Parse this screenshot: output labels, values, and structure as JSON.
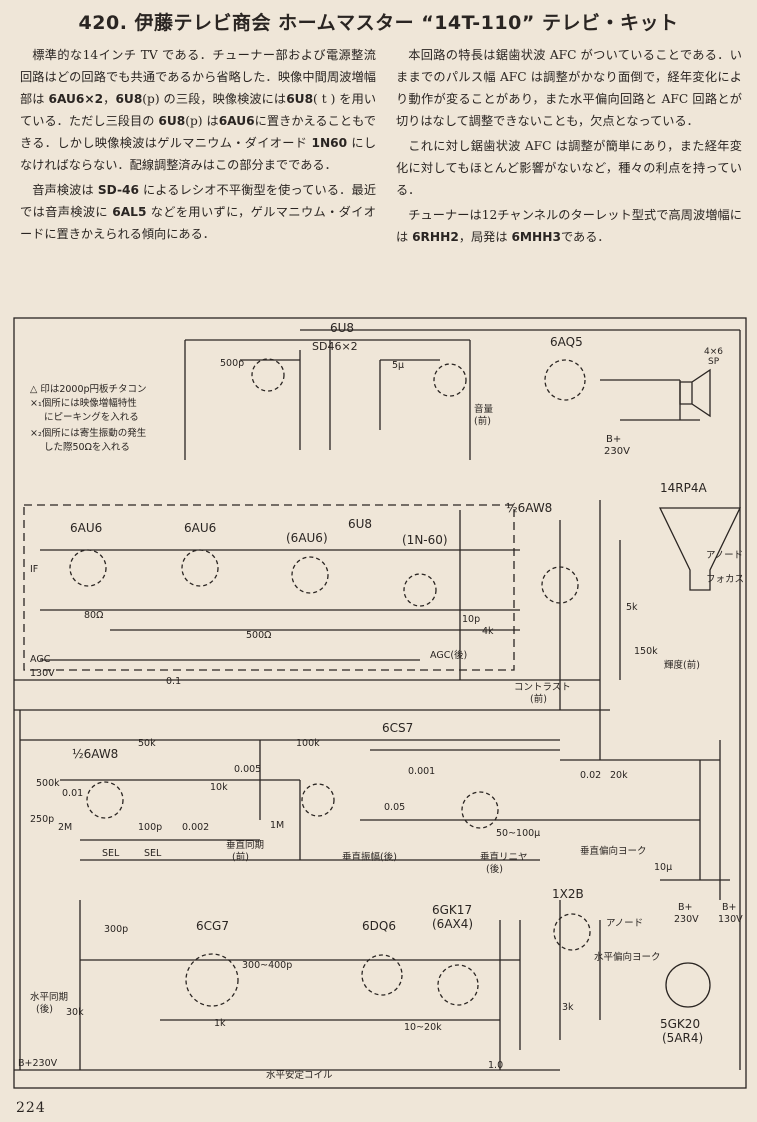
{
  "title": "420. 伊藤テレビ商会 ホームマスター “14T-110” テレビ・キット",
  "left_column": [
    [
      "標準的な14インチ TV である．チューナー部および電源整流回路はどの回路でも共通であるから省略した．映像中間周波増幅部は ",
      {
        "b": "6AU6×2"
      },
      "，",
      {
        "b": "6U8"
      },
      "(p) の三段，映像検波には",
      {
        "b": "6U8"
      },
      "( t ) を用いている．ただし三段目の ",
      {
        "b": "6U8"
      },
      "(p) は",
      {
        "b": "6AU6"
      },
      "に置きかえることもできる．しかし映像検波はゲルマニウム・ダイオード ",
      {
        "b": "1N60"
      },
      " にしなければならない．配線調整済みはこの部分までである．"
    ],
    [
      "音声検波は ",
      {
        "b": "SD-46"
      },
      " によるレシオ不平衡型を使っている．最近では音声検波に ",
      {
        "b": "6AL5"
      },
      " などを用いずに，ゲルマニウム・ダイオードに置きかえられる傾向にある．"
    ]
  ],
  "right_column": [
    [
      "本回路の特長は鋸歯状波 AFC がついていることである．いままでのパルス幅 AFC は調整がかなり面倒で，経年変化により動作が変ることがあり，また水平偏向回路と AFC 回路とが切りはなして調整できないことも，欠点となっている．"
    ],
    [
      "これに対し鋸歯状波 AFC は調整が簡単にあり，また経年変化に対してもほとんど影響がないなど，種々の利点を持っている．"
    ],
    [
      "チューナーは12チャンネルのターレット型式で高周波増幅には ",
      {
        "b": "6RHH2"
      },
      "，局発は ",
      {
        "b": "6MHH3"
      },
      "である．"
    ]
  ],
  "schematic": {
    "tubes": {
      "t6u8_top": "6U8",
      "sd46": "SD46×2",
      "t6aq5": "6AQ5",
      "speaker": "4×6",
      "speaker2": "SP",
      "b230": "B+",
      "b230v": "230V",
      "crt": "14RP4A",
      "half6aw8_top": "½6AW8",
      "au6a": "6AU6",
      "au6b": "6AU6",
      "u8mid": "6U8",
      "au6paren": "(6AU6)",
      "in60": "(1N-60)",
      "cs7": "6CS7",
      "half6aw8_left": "½6AW8",
      "cg7": "6CG7",
      "dq6": "6DQ6",
      "gk17": "6GK17",
      "ax4": "(6AX4)",
      "x2b": "1X2B",
      "gk20": "5GK20",
      "ar4": "(5AR4)"
    },
    "labels": {
      "note1": "△ 印は2000p円板チタコン",
      "note2": "×₁個所には映像増幅特性",
      "note3": "にピーキングを入れる",
      "note4": "×₂個所には寄生振動の発生",
      "note5": "した際50Ωを入れる",
      "volume": "音量",
      "volume2": "(前)",
      "contrast": "コントラスト",
      "contrast2": "(前)",
      "brightness": "輝度(前)",
      "anode": "アノード",
      "focus": "フォカス",
      "agc": "AGC",
      "agc_back": "AGC(後)",
      "v130": "130V",
      "if": "IF",
      "sel1": "SEL",
      "sel2": "SEL",
      "vsync": "垂直同期",
      "vsync2": "(前)",
      "vamp": "垂直振幅(後)",
      "vlin": "垂直リニヤ",
      "vlin2": "(後)",
      "vyoke": "垂直偏向ヨーク",
      "hsync": "水平同期",
      "hsync2": "(後)",
      "hcoil": "水平安定コイル",
      "hyoke": "水平偏向ヨーク",
      "anode2": "アノード",
      "bplus230": "B+230V",
      "bplus_a": "B+",
      "bplus_a2": "230V",
      "bplus_b": "B+",
      "bplus_b2": "130V",
      "r50k": "50k",
      "r500k": "500k",
      "r10k": "10k",
      "r100k": "100k",
      "r1m": "1M",
      "r2m": "2M",
      "r30k": "30k",
      "r150k": "150k",
      "r1k": "1k",
      "r3k": "3k",
      "r4k": "4k",
      "r5k": "5k",
      "r20k": "20k",
      "r80": "80Ω",
      "r500o": "500Ω",
      "c005": "0.005",
      "c001": "0.001",
      "c01": "0.01",
      "c002": "0.002",
      "c02": "0.02",
      "c05": "0.05",
      "c1": "0.1",
      "c100p": "100p",
      "c250p": "250p",
      "c300p": "300p",
      "c500p": "500p",
      "c10p": "10p",
      "c10u": "10μ",
      "c5u": "5μ",
      "c50_100": "50~100μ",
      "c300_400": "300~400p",
      "r10_20k": "10~20k",
      "c10": "1.0"
    }
  },
  "page_number": "224"
}
